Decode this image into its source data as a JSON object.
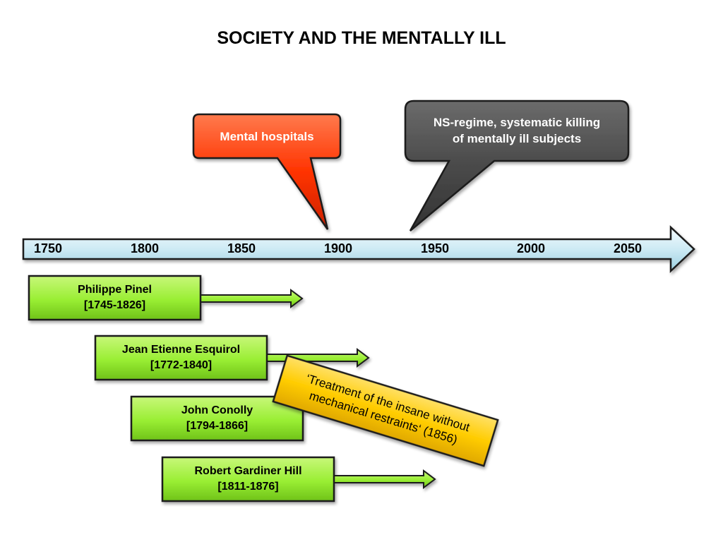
{
  "title": "SOCIETY AND THE MENTALLY ILL",
  "timeline": {
    "years": [
      "1750",
      "1800",
      "1850",
      "1900",
      "1950",
      "2000",
      "2050"
    ]
  },
  "callouts": [
    {
      "id": "mental-hospitals",
      "text": "Mental hospitals",
      "fill": "#ff3300"
    },
    {
      "id": "ns-regime",
      "line1": "NS-regime, systematic killing",
      "line2": "of mentally ill subjects",
      "fill": "#4a4a4a"
    }
  ],
  "people": [
    {
      "name": "Philippe Pinel",
      "years": "[1745-1826]"
    },
    {
      "name": "Jean Etienne Esquirol",
      "years": "[1772-1840]"
    },
    {
      "name": "John Conolly",
      "years": "[1794-1866]"
    },
    {
      "name": "Robert Gardiner Hill",
      "years": "[1811-1876]"
    }
  ],
  "note": {
    "line1": "‘Treatment of the insane without",
    "line2": "mechanical restraints‘ (1856)",
    "fill": "#ffcc00"
  },
  "colors": {
    "timeline_fill": "#cdeaf4",
    "person_fill": "#99ee33"
  }
}
